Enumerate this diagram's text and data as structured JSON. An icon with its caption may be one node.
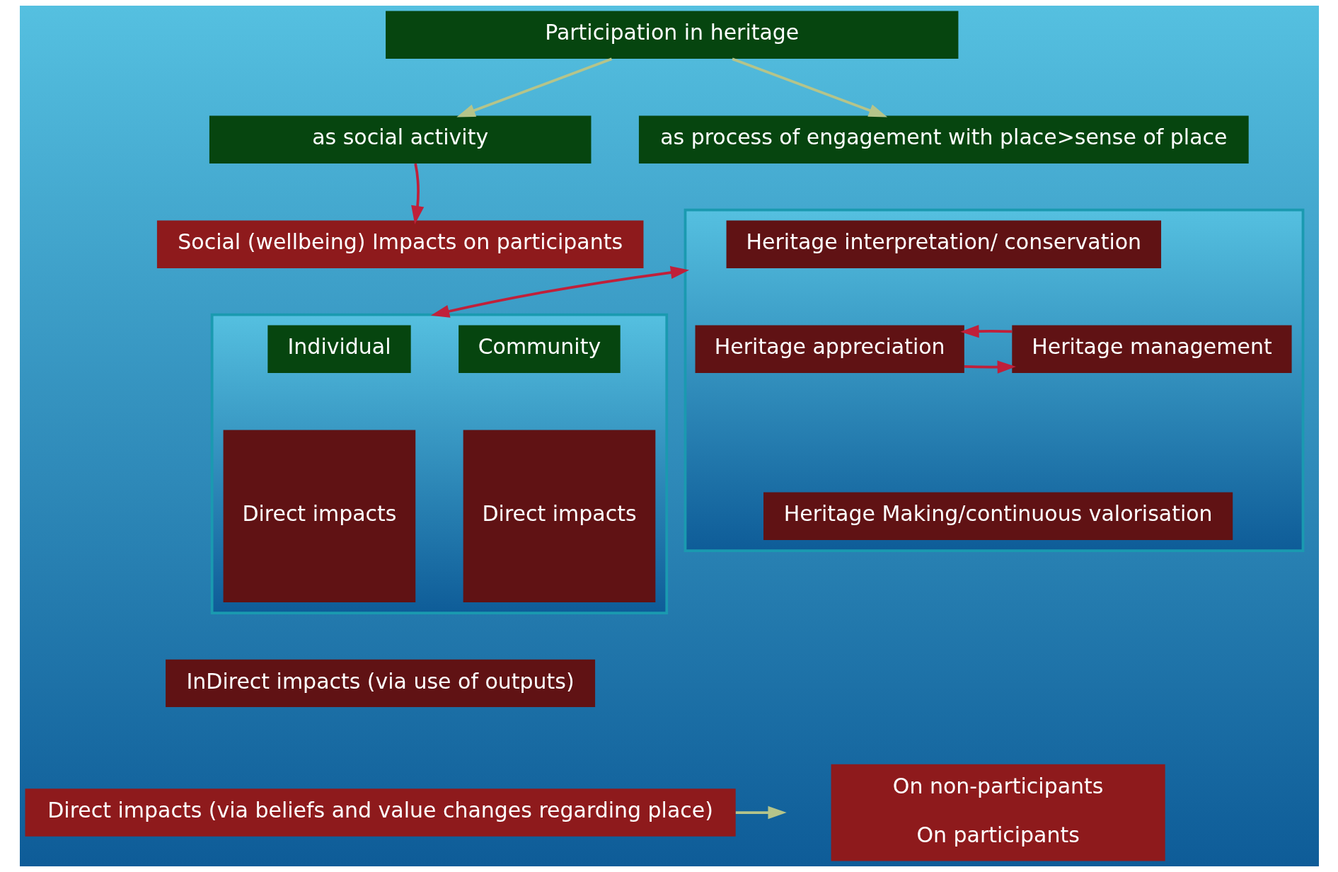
{
  "diagram": {
    "nodes": [
      {
        "text": [
          "Participation in heritage"
        ]
      },
      {
        "text": [
          "as social activity"
        ]
      },
      {
        "text": [
          "as process of engagement with place>sense of place"
        ]
      },
      {
        "text": [
          "Social (wellbeing) Impacts on participants"
        ]
      },
      {
        "text": [],
        "shape": "box"
      },
      {
        "text": [
          "Individual"
        ],
        "in": 4
      },
      {
        "text": [
          "Community"
        ],
        "in": 4
      },
      {
        "text": [
          "Direct impacts"
        ],
        "in": 4
      },
      {
        "text": [
          "Direct impacts"
        ],
        "in": 4
      },
      {
        "text": [],
        "shape": "box"
      },
      {
        "text": [
          "Heritage interpretation/ conservation"
        ],
        "in": 9
      },
      {
        "text": [
          "Heritage appreciation"
        ],
        "in": 9
      },
      {
        "text": [
          "Heritage management"
        ],
        "in": 9
      },
      {
        "text": [
          "Heritage Making/continuous valorisation"
        ],
        "in": 9
      },
      {
        "text": [
          "InDirect impacts (via use of outputs)"
        ]
      },
      {
        "text": [
          "Direct impacts (via beliefs and value changes regarding place)"
        ]
      },
      {
        "text": [
          "On non-participants",
          "On participants"
        ]
      }
    ],
    "edges": [
      {
        "from": 0,
        "to": 1,
        "arrow": "to",
        "color": "#b5c48a"
      },
      {
        "from": 0,
        "to": 2,
        "arrow": "to",
        "color": "#b5c48a"
      },
      {
        "from": 1,
        "to": 3,
        "arrow": "to",
        "color": "#c0203a"
      },
      {
        "from": 4,
        "to": 9,
        "arrow": "both",
        "color": "#c0203a"
      },
      {
        "from": 11,
        "to": 12,
        "arrow": "to",
        "color": "#c0203a"
      },
      {
        "from": 12,
        "to": 11,
        "arrow": "to",
        "color": "#c0203a"
      },
      {
        "from": 15,
        "to": null,
        "arrow": "to",
        "color": "#b5c48a"
      }
    ]
  }
}
